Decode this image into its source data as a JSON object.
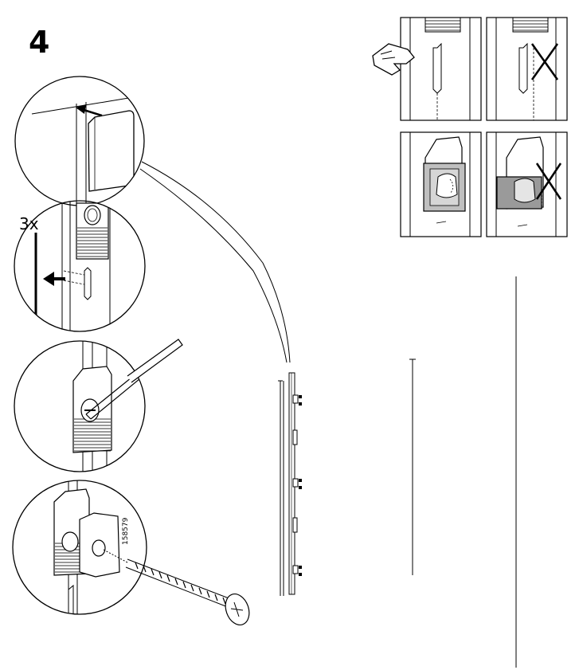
{
  "step": {
    "number": "4"
  },
  "detail_views": {
    "cap": {
      "name": "end-cap"
    },
    "bracket_insert": {
      "multiplier": "3x"
    },
    "screwdriver": {
      "name": "screwdriver-tighten"
    },
    "screw": {
      "part_number": "158579"
    }
  },
  "check_panels": [
    {
      "name": "slot-aligned",
      "status": "correct"
    },
    {
      "name": "slot-misaligned",
      "status": "incorrect"
    },
    {
      "name": "clip-aligned",
      "status": "correct"
    },
    {
      "name": "clip-misaligned",
      "status": "incorrect"
    }
  ],
  "icons": [
    "hand-pointing-icon",
    "cross-icon",
    "arrow-icon"
  ]
}
